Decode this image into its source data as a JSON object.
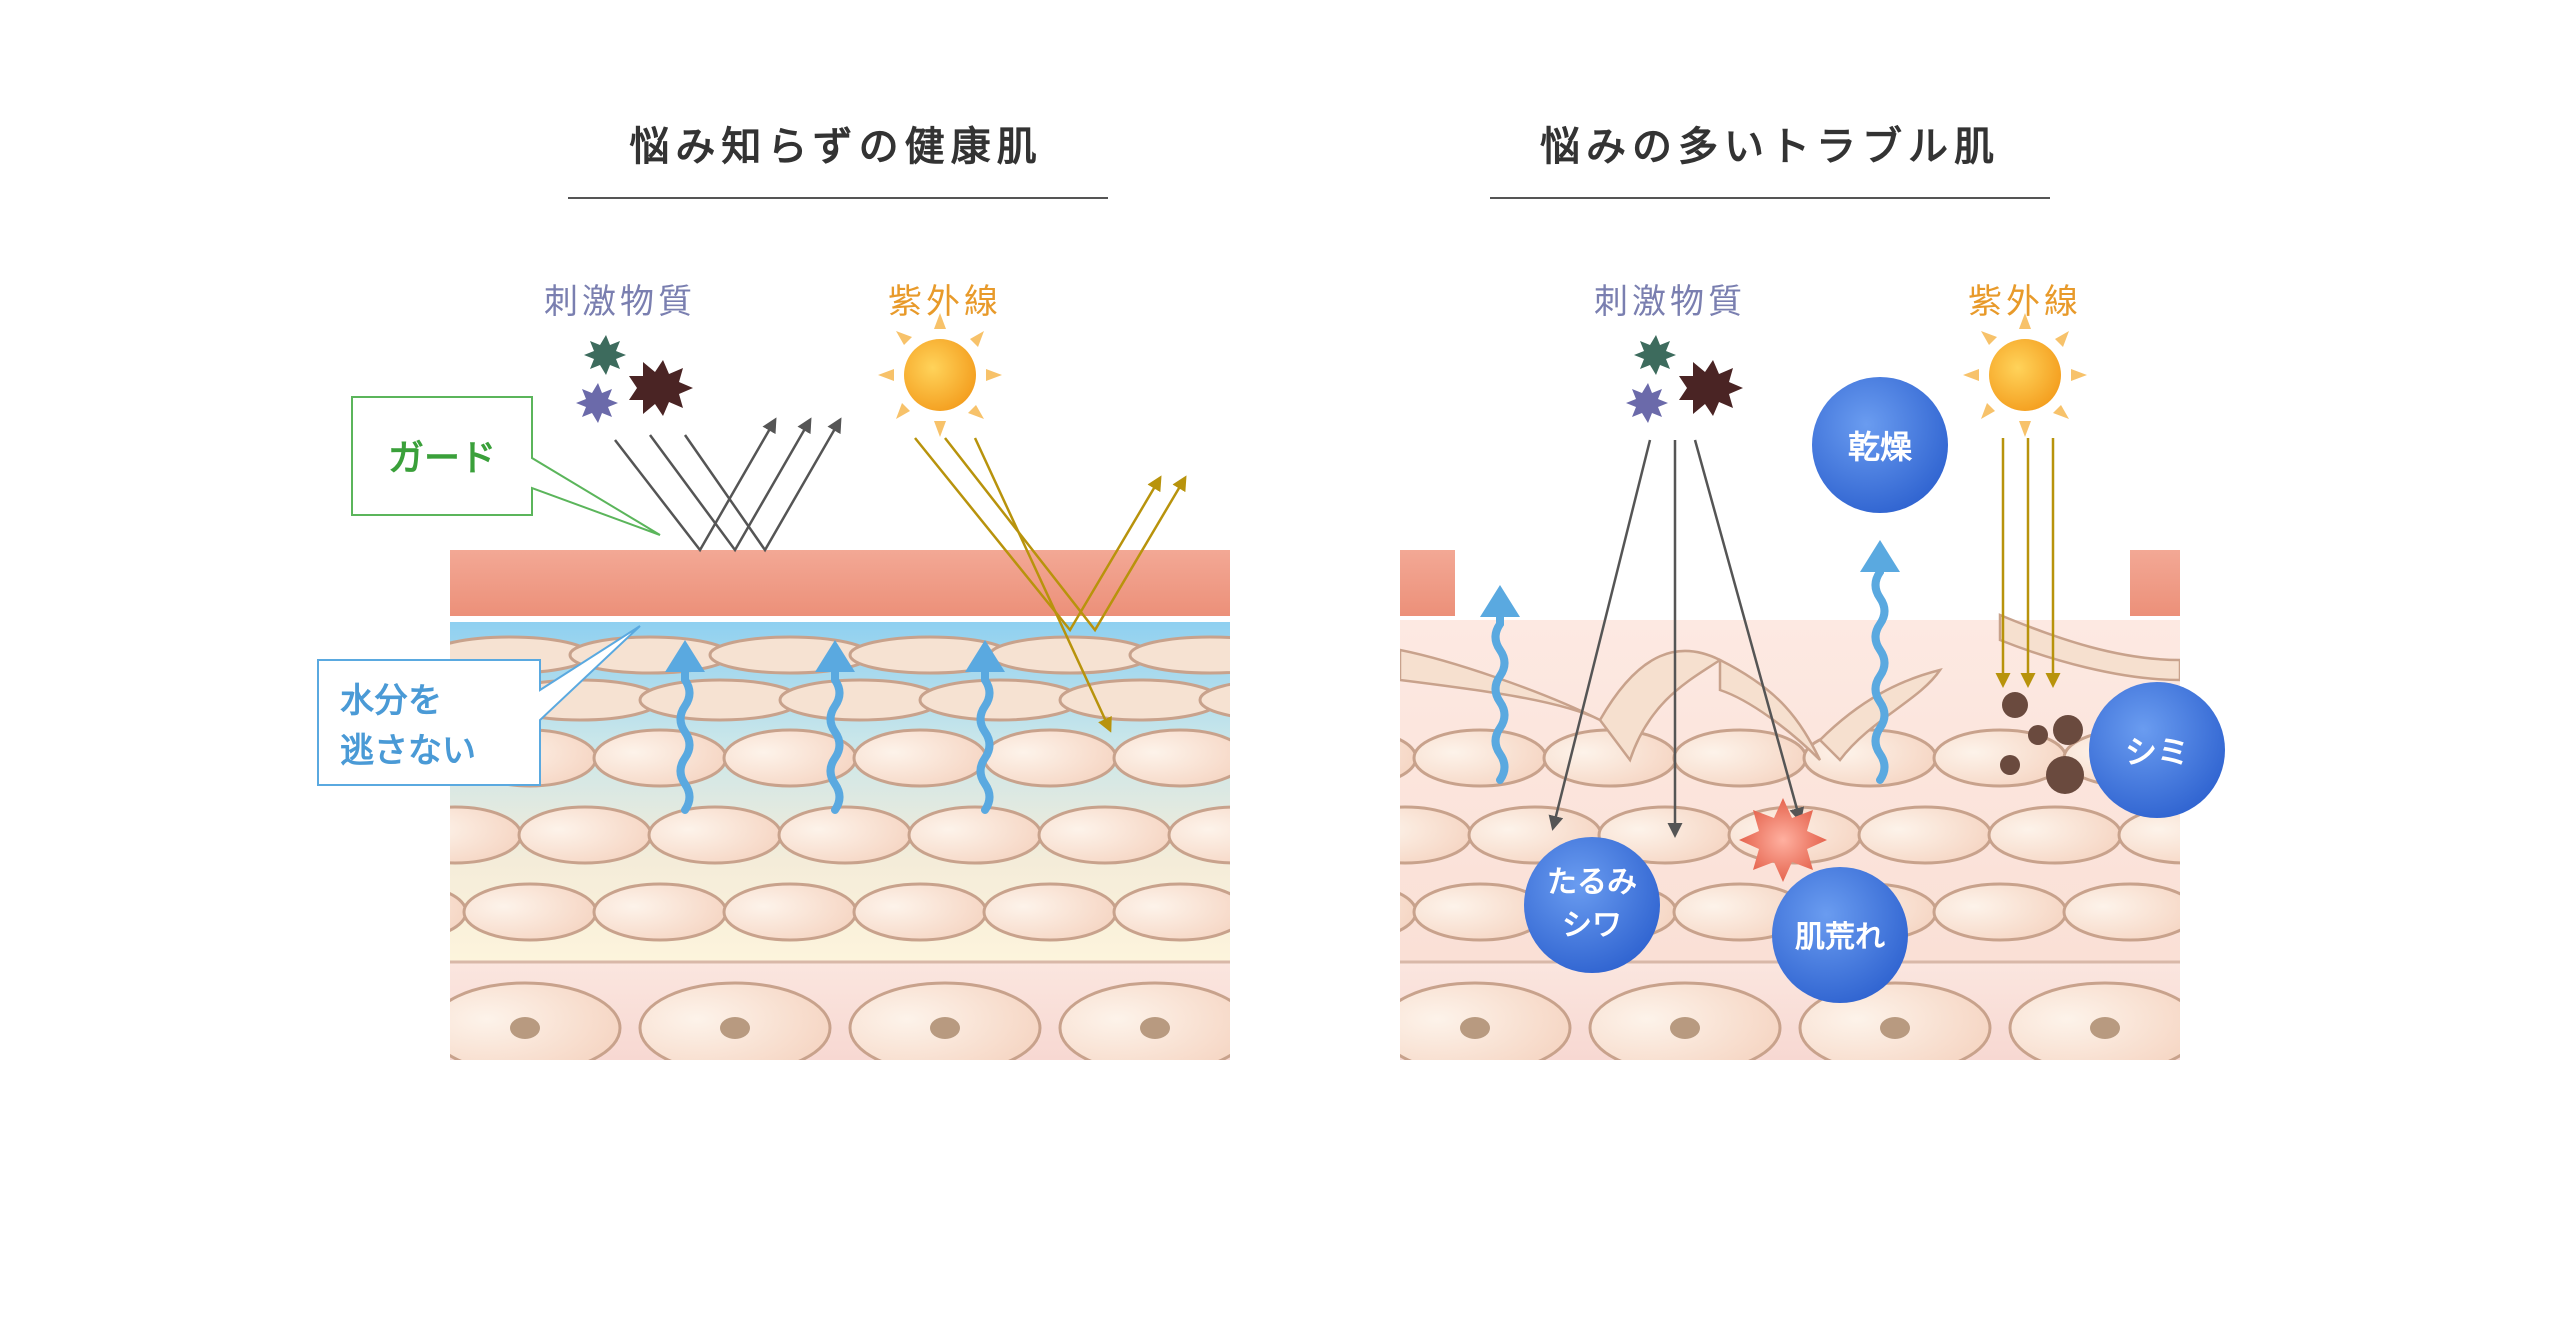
{
  "left_panel": {
    "title": "悩み知らずの健康肌",
    "irritant_label": "刺激物質",
    "uv_label": "紫外線",
    "guard_label": "ガード",
    "moisture_label_line1": "水分を",
    "moisture_label_line2": "逃さない"
  },
  "right_panel": {
    "title": "悩みの多いトラブル肌",
    "irritant_label": "刺激物質",
    "uv_label": "紫外線",
    "dryness_label": "乾燥",
    "spots_label": "シミ",
    "sagging_label_line1": "たるみ",
    "sagging_label_line2": "シワ",
    "rough_skin_label": "肌荒れ"
  },
  "colors": {
    "title_text": "#333333",
    "irritant_text": "#7a7fb0",
    "uv_text": "#e89a2a",
    "guard_text": "#3aa03a",
    "guard_border": "#5bb55b",
    "moisture_text": "#4a9ad6",
    "moisture_arrow": "#5aa9e0",
    "reflect_arrow_gray": "#555555",
    "reflect_arrow_gold": "#b8930c",
    "skin_top": "#ef9c88",
    "bubble_blue": "#4a7fe0"
  }
}
